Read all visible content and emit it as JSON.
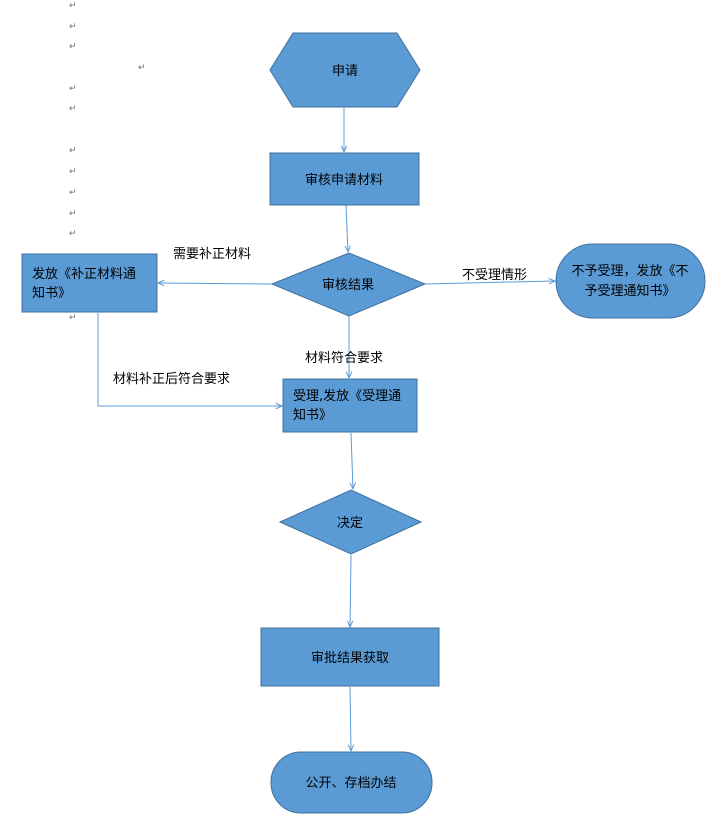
{
  "colors": {
    "node_fill": "#5b9bd5",
    "node_stroke": "#41719c",
    "edge": "#5b9bd5",
    "text": "#000000",
    "para_mark": "#707070"
  },
  "paragraph_mark": "↵",
  "nodes": {
    "apply": "申请",
    "review_materials": "审核申请材料",
    "review_result": "审核结果",
    "supplement_notice": [
      "发放《补正材料通",
      "知书》"
    ],
    "reject_notice": [
      "不予受理，发放《不",
      "予受理通知书》"
    ],
    "accept_notice": [
      "受理,发放《受理通",
      "知书》"
    ],
    "decision": "决定",
    "approval_result": "审批结果获取",
    "publish_archive": "公开、存档办结"
  },
  "edge_labels": {
    "needs_supplement": "需要补正材料",
    "not_accepted": "不受理情形",
    "materials_ok": "材料符合要求",
    "after_supplement_ok": "材料补正后符合要求"
  }
}
